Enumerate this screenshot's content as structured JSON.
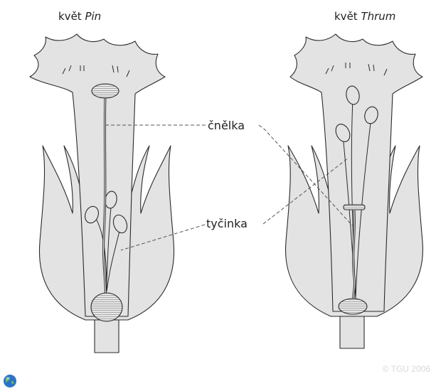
{
  "titles": {
    "left_prefix": "květ ",
    "left_italic": "Pin",
    "right_prefix": "květ ",
    "right_italic": "Thrum"
  },
  "labels": {
    "style": "čnělka",
    "stamen": "tyčinka"
  },
  "copyright": "© TGU 2006",
  "icons": {
    "globe": "globe-icon"
  },
  "colors": {
    "petal_fill": "#e3e3e3",
    "outline": "#2a2a2a",
    "leader_line": "#555555",
    "globe": "#2b73c8"
  }
}
